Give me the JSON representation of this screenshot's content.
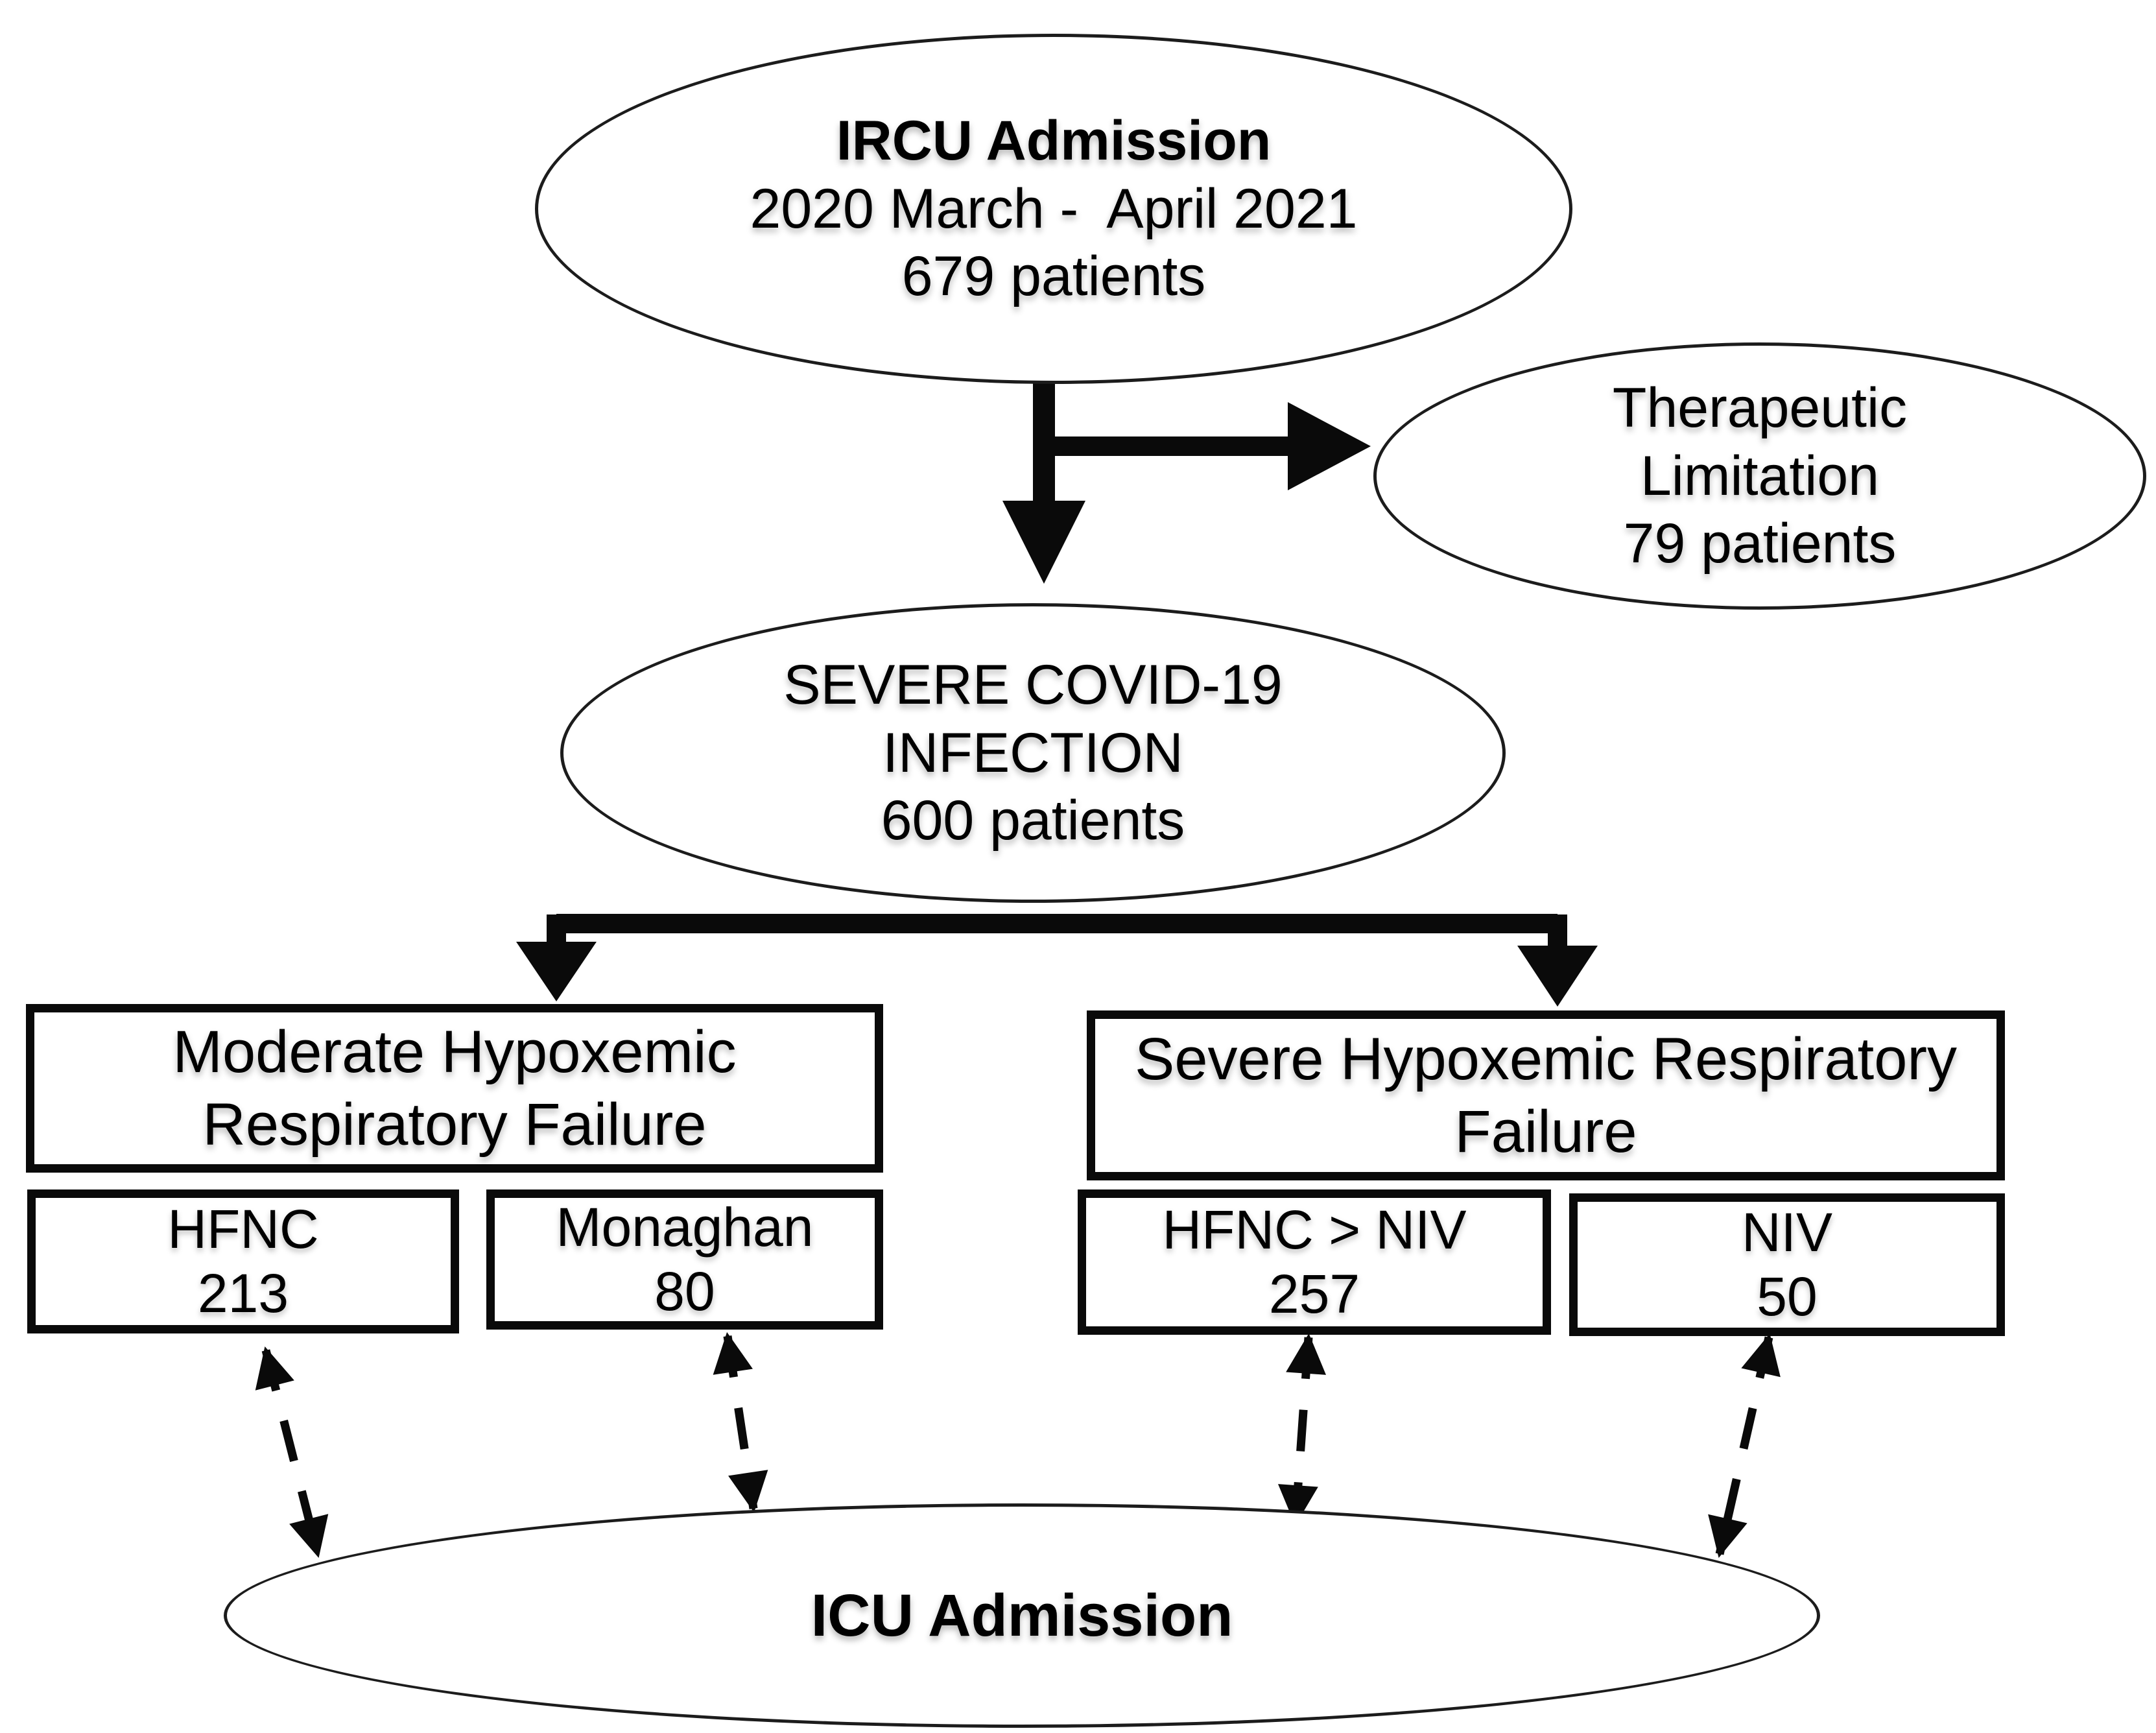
{
  "colors": {
    "ink": "#000000",
    "background": "#ffffff"
  },
  "nodes": {
    "ircu": {
      "title": "IRCU Admission",
      "period": "2020 March -  April 2021",
      "count": "679 patients"
    },
    "limitation": {
      "line1": "Therapeutic",
      "line2": "Limitation",
      "count": "79 patients"
    },
    "severe_covid": {
      "line1": "SEVERE COVID-19",
      "line2": "INFECTION",
      "count": "600 patients"
    },
    "moderate_failure": {
      "line1": "Moderate Hypoxemic",
      "line2": "Respiratory Failure"
    },
    "severe_failure": {
      "line1": "Severe Hypoxemic Respiratory",
      "line2": "Failure"
    },
    "hfnc": {
      "label": "HFNC",
      "count": "213"
    },
    "monaghan": {
      "label": "Monaghan",
      "count": "80"
    },
    "hfnc_to_niv": {
      "label": "HFNC > NIV",
      "count": "257"
    },
    "niv": {
      "label": "NIV",
      "count": "50"
    },
    "icu": {
      "label": "ICU Admission"
    }
  }
}
